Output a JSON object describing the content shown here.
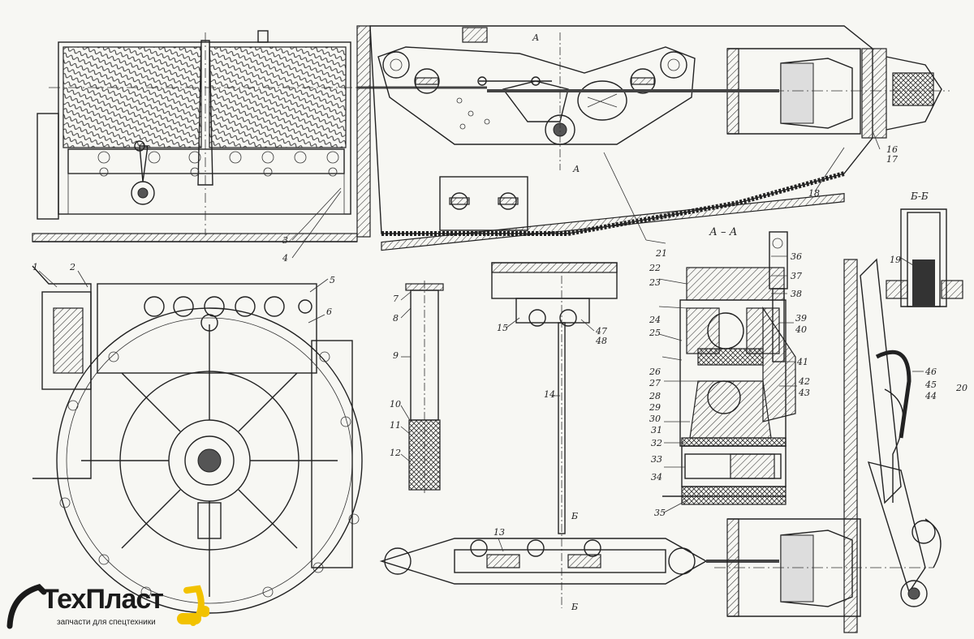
{
  "drawing": {
    "callouts": [
      "1",
      "2",
      "3",
      "4",
      "5",
      "6",
      "7",
      "8",
      "9",
      "10",
      "11",
      "12",
      "13",
      "14",
      "15",
      "16",
      "17",
      "18",
      "19",
      "20",
      "21",
      "22",
      "23",
      "24",
      "25",
      "26",
      "27",
      "28",
      "29",
      "30",
      "31",
      "32",
      "33",
      "34",
      "35",
      "36",
      "37",
      "38",
      "39",
      "40",
      "41",
      "42",
      "43",
      "44",
      "45",
      "46",
      "47",
      "48"
    ],
    "section_markers": {
      "a_top": "А",
      "a_bottom": "А",
      "b_top": "Б",
      "b_bottom": "Б"
    },
    "section_titles": {
      "aa": "А – А",
      "bb": "Б-Б"
    }
  },
  "logo": {
    "name": "ТехПласт",
    "tagline": "запчасти для спецтехники",
    "accent_color": "#f2c200"
  }
}
